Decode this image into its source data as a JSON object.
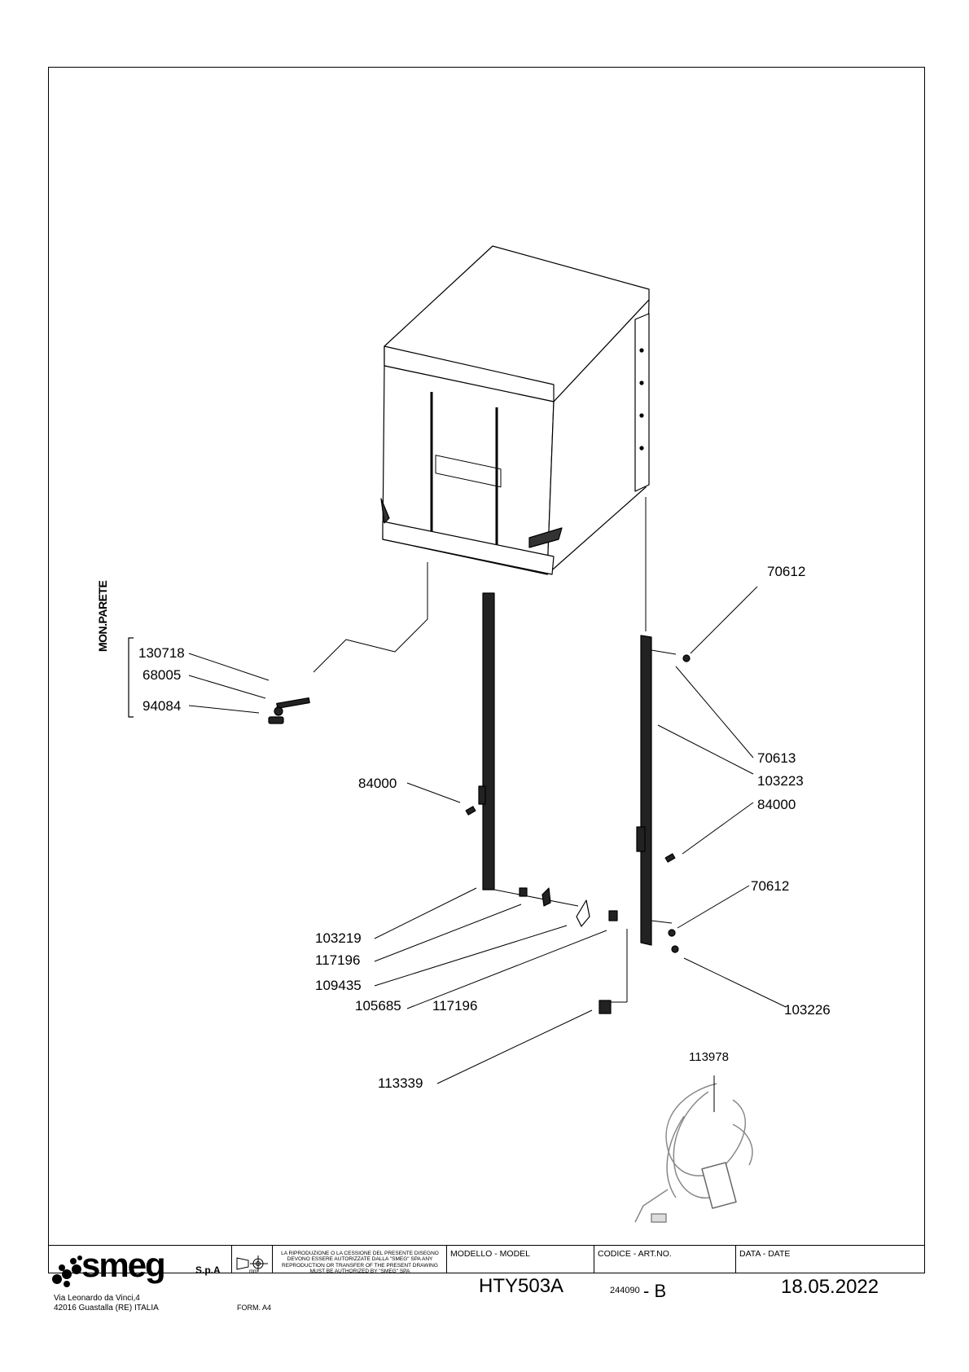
{
  "labels": {
    "l70612a": "70612",
    "l130718": "130718",
    "l68005": "68005",
    "l94084": "94084",
    "l70613": "70613",
    "l103223": "103223",
    "l84000a": "84000",
    "l84000b": "84000",
    "l70612b": "70612",
    "l103219": "103219",
    "l117196a": "117196",
    "l109435": "109435",
    "l105685": "105685",
    "l117196b": "117196",
    "l103226": "103226",
    "l113339": "113339",
    "l113978": "113978"
  },
  "group_label": "MON.PARETE",
  "title_block": {
    "logo": "smeg",
    "logo_suffix": "S.p.A",
    "address_line1": "Via Leonardo da Vinci,4",
    "address_line2": "42016  Guastalla (RE) ITALIA",
    "format": "FORM. A4",
    "unit": "mm",
    "notice": "LA RIPRODUZIONE O LA CESSIONE DEL PRESENTE DISEGNO DEVONO ESSERE AUTORIZZATE DALLA \"SMEG\" SPA ANY REPRODUCTION OR TRANSFER OF THE PRESENT DRAWING MUST BE AUTHORIZED BY \"SMEG\" SPA",
    "model_header": "MODELLO - MODEL",
    "model": "HTY503A",
    "code_header": "CODICE - ART.NO.",
    "code": "244090",
    "revision": "- B",
    "date_header": "DATA - DATE",
    "date": "18.05.2022"
  }
}
